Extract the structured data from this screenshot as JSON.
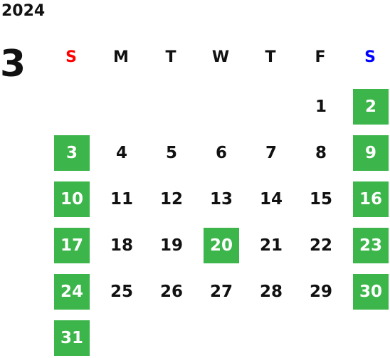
{
  "year": "2024",
  "month": "3",
  "colors": {
    "sunday_label": "#ff0000",
    "saturday_label": "#0000ff",
    "weekday_label": "#111111",
    "holiday_background": "#3cb54a",
    "holiday_text": "#ffffff"
  },
  "weekdays": [
    {
      "label": "S",
      "color": "#ff0000"
    },
    {
      "label": "M",
      "color": "#111111"
    },
    {
      "label": "T",
      "color": "#111111"
    },
    {
      "label": "W",
      "color": "#111111"
    },
    {
      "label": "T",
      "color": "#111111"
    },
    {
      "label": "F",
      "color": "#111111"
    },
    {
      "label": "S",
      "color": "#0000ff"
    }
  ],
  "leading_blank_days": 5,
  "days": [
    {
      "label": "1",
      "holiday": false
    },
    {
      "label": "2",
      "holiday": true
    },
    {
      "label": "3",
      "holiday": true
    },
    {
      "label": "4",
      "holiday": false
    },
    {
      "label": "5",
      "holiday": false
    },
    {
      "label": "6",
      "holiday": false
    },
    {
      "label": "7",
      "holiday": false
    },
    {
      "label": "8",
      "holiday": false
    },
    {
      "label": "9",
      "holiday": true
    },
    {
      "label": "10",
      "holiday": true
    },
    {
      "label": "11",
      "holiday": false
    },
    {
      "label": "12",
      "holiday": false
    },
    {
      "label": "13",
      "holiday": false
    },
    {
      "label": "14",
      "holiday": false
    },
    {
      "label": "15",
      "holiday": false
    },
    {
      "label": "16",
      "holiday": true
    },
    {
      "label": "17",
      "holiday": true
    },
    {
      "label": "18",
      "holiday": false
    },
    {
      "label": "19",
      "holiday": false
    },
    {
      "label": "20",
      "holiday": true
    },
    {
      "label": "21",
      "holiday": false
    },
    {
      "label": "22",
      "holiday": false
    },
    {
      "label": "23",
      "holiday": true
    },
    {
      "label": "24",
      "holiday": true
    },
    {
      "label": "25",
      "holiday": false
    },
    {
      "label": "26",
      "holiday": false
    },
    {
      "label": "27",
      "holiday": false
    },
    {
      "label": "28",
      "holiday": false
    },
    {
      "label": "29",
      "holiday": false
    },
    {
      "label": "30",
      "holiday": true
    },
    {
      "label": "31",
      "holiday": true
    }
  ]
}
